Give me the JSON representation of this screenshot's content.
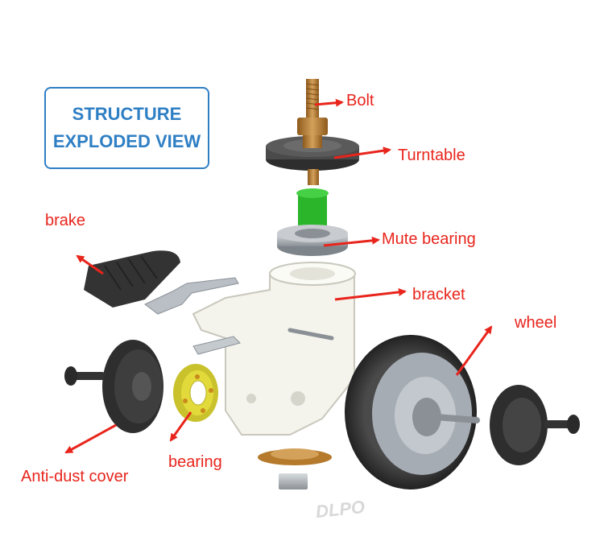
{
  "title": {
    "line1": "STRUCTURE",
    "line2": "EXPLODED VIEW"
  },
  "labels": {
    "bolt": "Bolt",
    "turntable": "Turntable",
    "mute_bearing": "Mute bearing",
    "brake": "brake",
    "bracket": "bracket",
    "wheel": "wheel",
    "bearing": "bearing",
    "anti_dust_cover": "Anti-dust cover"
  },
  "watermark": "DLPO",
  "colors": {
    "accent_blue": "#2f7fc4",
    "label_red": "#e8251c",
    "bracket_white": "#f4f3ec",
    "part_dark": "#3a3a3a",
    "brass": "#b57a2c",
    "green": "#2bb52b",
    "bearing_yellow": "#e2d93a",
    "steel": "#a8adb2"
  }
}
